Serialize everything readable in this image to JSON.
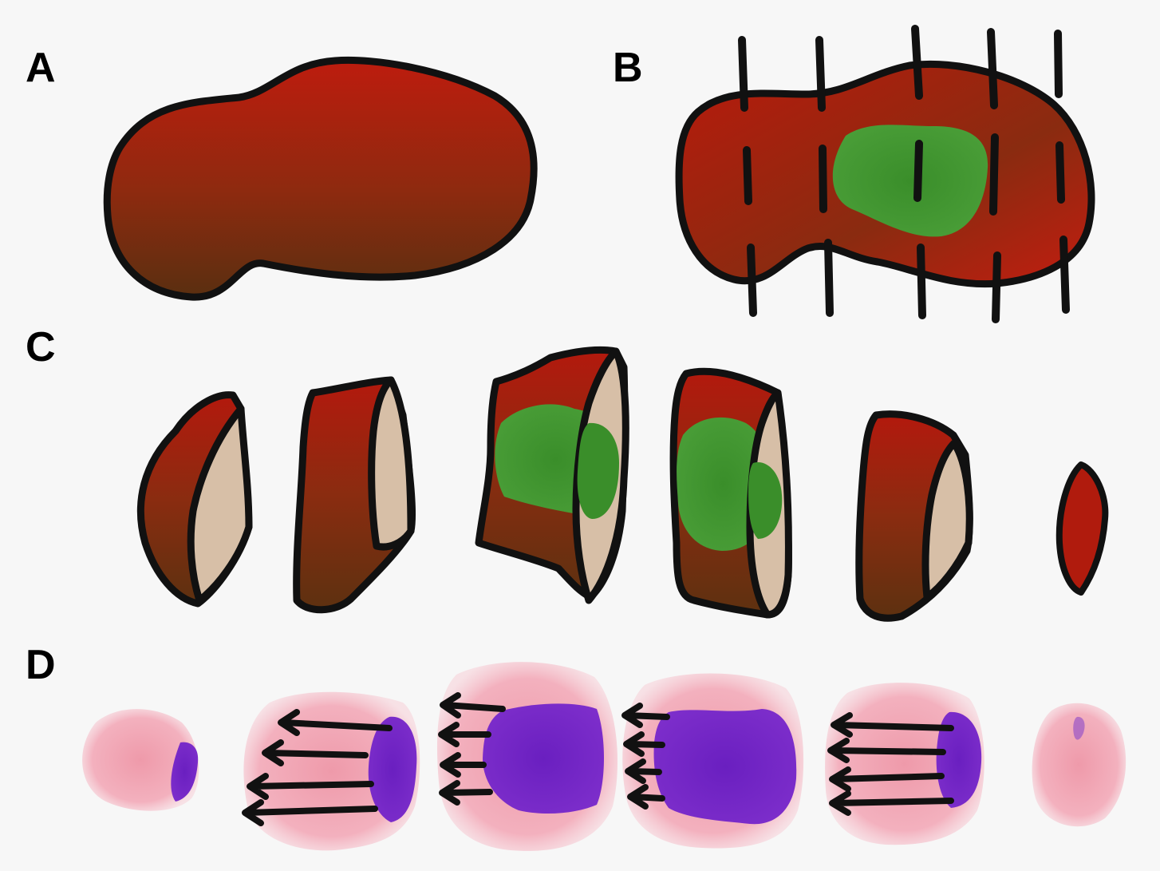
{
  "panels": {
    "a": {
      "label": "A"
    },
    "b": {
      "label": "B"
    },
    "c": {
      "label": "C"
    },
    "d": {
      "label": "D"
    }
  },
  "colors": {
    "tissue_red": "#b61a0c",
    "tissue_brown": "#5a2e10",
    "tumor_green": "#3f9530",
    "cut_face": "#d7bfa7",
    "stain_pink": "#f2a6b4",
    "stain_purple": "#7422c4",
    "ink": "#111111",
    "background": "#f7f7f7"
  }
}
